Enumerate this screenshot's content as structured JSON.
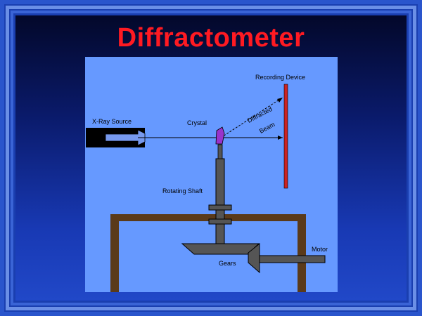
{
  "slide": {
    "title": "Diffractometer"
  },
  "diagram": {
    "labels": {
      "recording_device": "Recording Device",
      "xray_source": "X-Ray Source",
      "crystal": "Crystal",
      "diffracted": "Diffracted",
      "beam": "Beam",
      "rotating_shaft": "Rotating Shaft",
      "motor": "Motor",
      "gears": "Gears"
    },
    "colors": {
      "panel": "#6699ff",
      "title": "#ff1a22",
      "recording_device": "#cc2222",
      "crystal": "#9933cc",
      "frame": "#5a3a1a",
      "shaft": "#555555"
    }
  }
}
